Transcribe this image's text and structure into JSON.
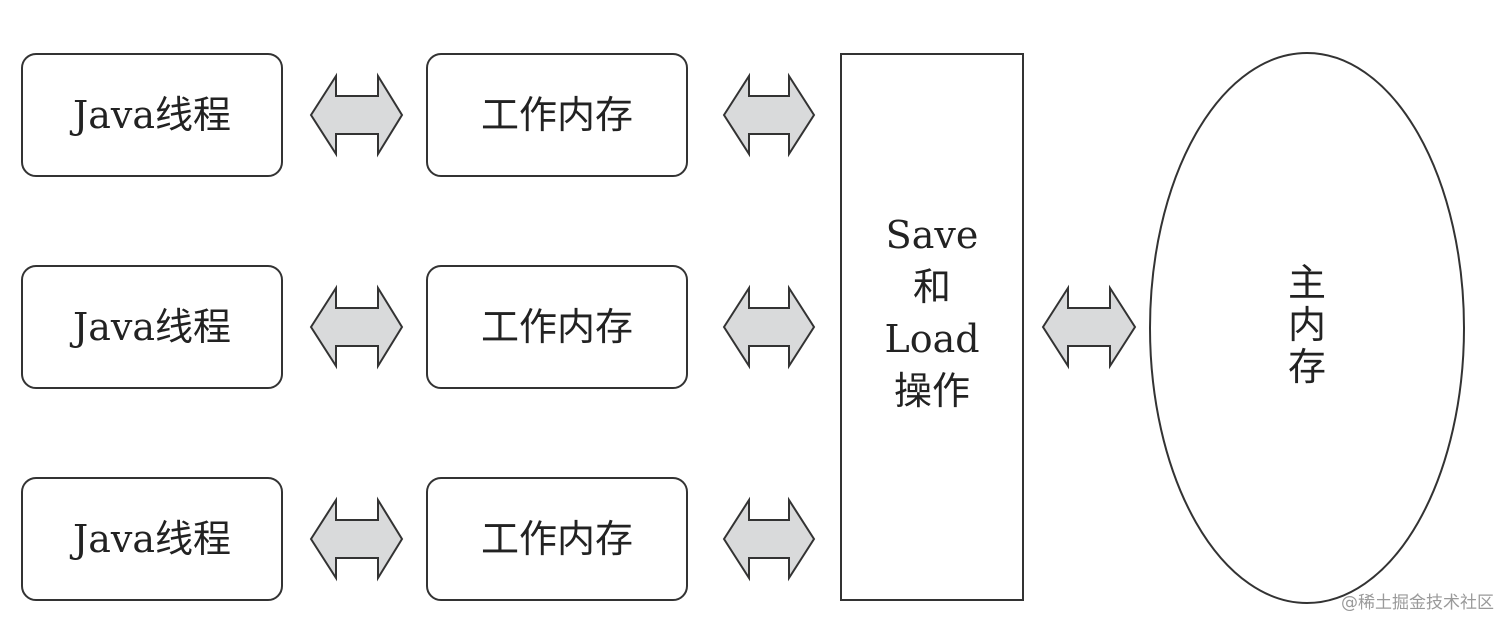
{
  "diagram": {
    "threads": [
      {
        "thread_label": "Java线程",
        "memory_label": "工作内存"
      },
      {
        "thread_label": "Java线程",
        "memory_label": "工作内存"
      },
      {
        "thread_label": "Java线程",
        "memory_label": "工作内存"
      }
    ],
    "operation_lines": [
      "Save",
      "和",
      "Load",
      "操作"
    ],
    "main_memory_lines": [
      "主",
      "内",
      "存"
    ],
    "watermark": "@稀土掘金技术社区"
  },
  "colors": {
    "arrow_fill": "#d9dadb",
    "stroke": "#333333",
    "text": "#222222",
    "watermark": "#9a9a9a"
  }
}
